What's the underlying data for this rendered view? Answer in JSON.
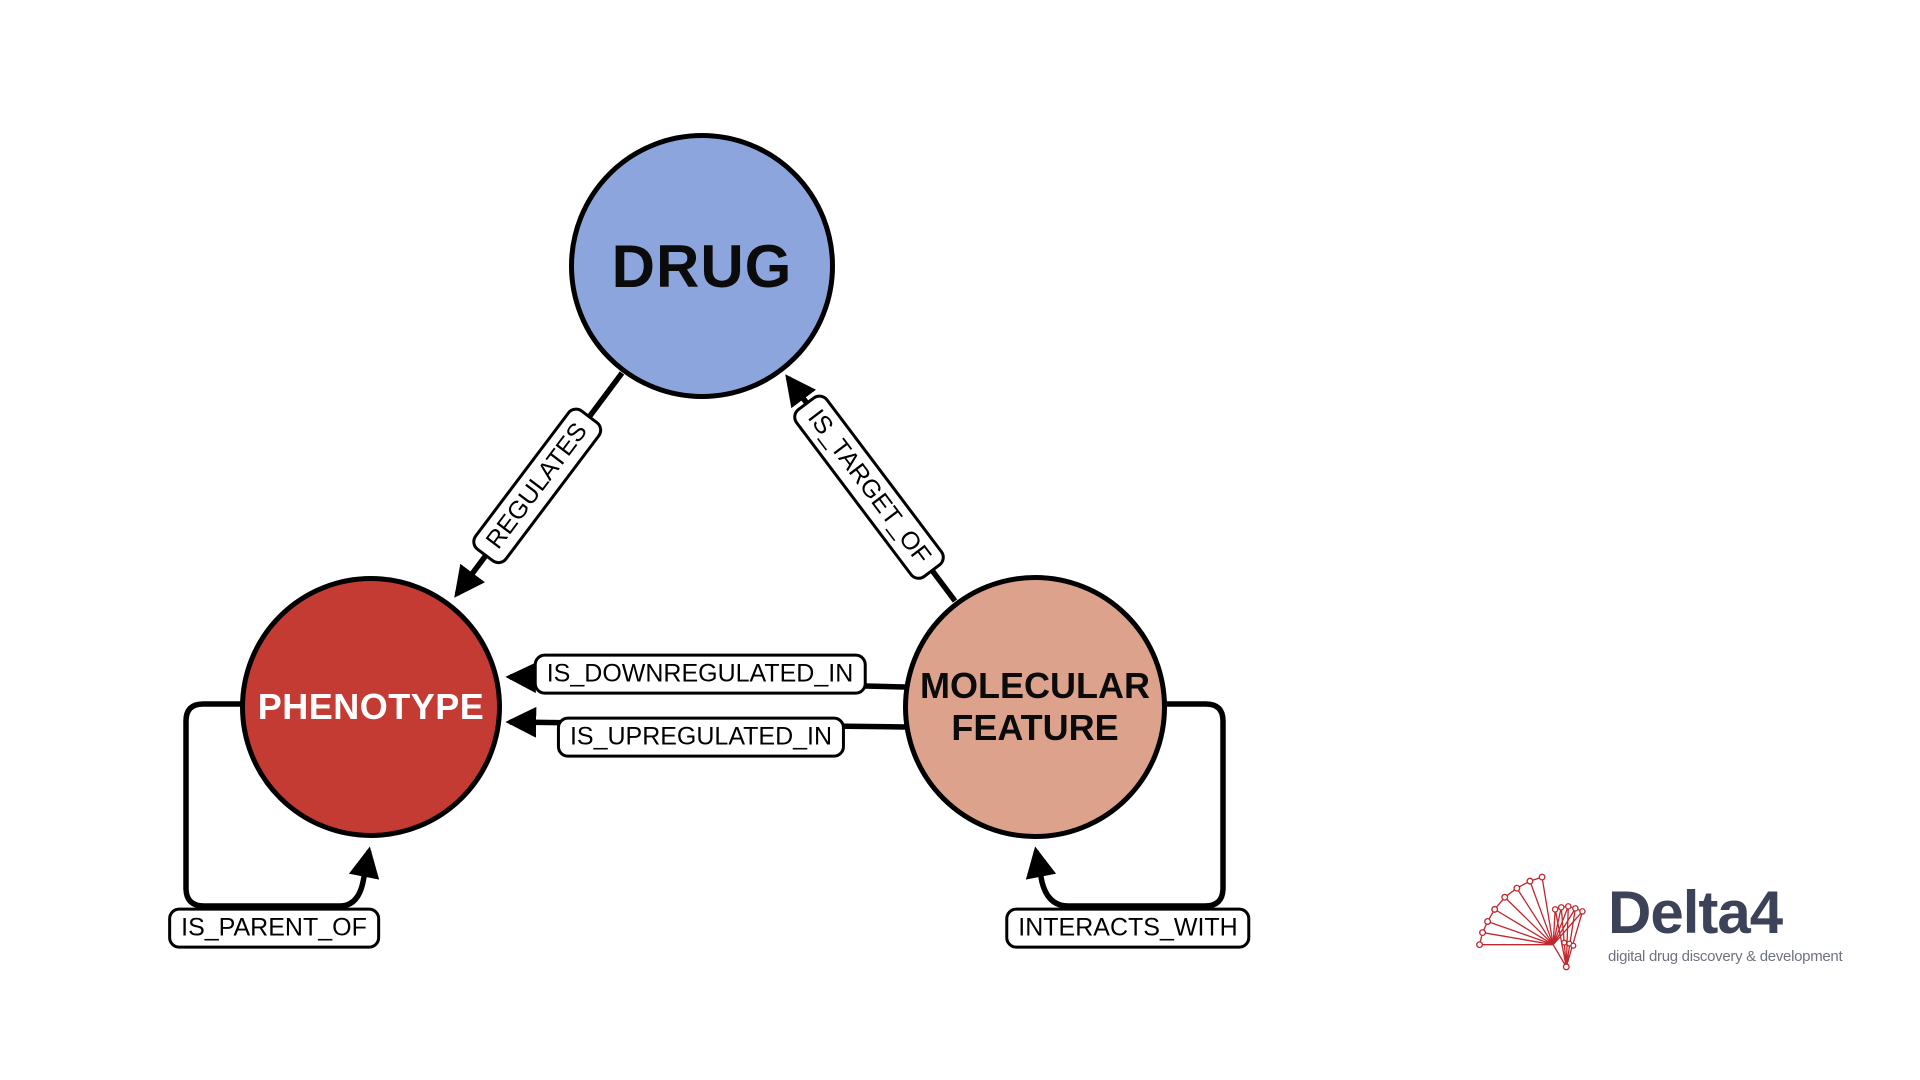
{
  "diagram": {
    "background_color": "#FFFFFF",
    "stroke_color": "#000000",
    "nodes": [
      {
        "id": "drug",
        "label": "DRUG",
        "fill": "#8CA5DC",
        "text_color": "#0B0B0B"
      },
      {
        "id": "phenotype",
        "label": "PHENOTYPE",
        "fill": "#C43B33",
        "text_color": "#FFFFFF"
      },
      {
        "id": "molecular-feature",
        "label": "MOLECULAR FEATURE",
        "fill": "#DCA28C",
        "text_color": "#0B0B0B"
      }
    ],
    "edges": [
      {
        "label": "REGULATES",
        "from": "drug",
        "to": "phenotype"
      },
      {
        "label": "IS_TARGET_OF",
        "from": "molecular-feature",
        "to": "drug"
      },
      {
        "label": "IS_DOWNREGULATED_IN",
        "from": "molecular-feature",
        "to": "phenotype"
      },
      {
        "label": "IS_UPREGULATED_IN",
        "from": "molecular-feature",
        "to": "phenotype"
      },
      {
        "label": "IS_PARENT_OF",
        "from": "phenotype",
        "to": "phenotype"
      },
      {
        "label": "INTERACTS_WITH",
        "from": "molecular-feature",
        "to": "molecular-feature"
      }
    ]
  },
  "logo": {
    "brand": "Delta4",
    "tagline": "digital drug discovery & development",
    "brand_color": "#3C4257",
    "tagline_color": "#6E7280",
    "mark_color": "#C2272D"
  }
}
